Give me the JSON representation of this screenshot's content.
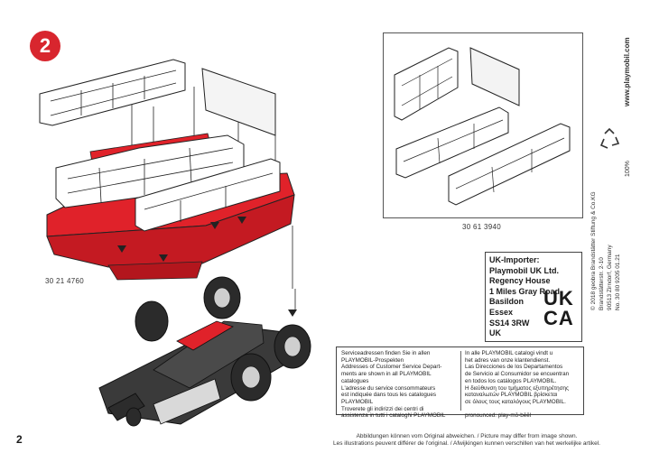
{
  "step": {
    "number": "2"
  },
  "parts": {
    "trailer_part_no": "30 21 4760",
    "box_part_no": "30 61 3940"
  },
  "importer": {
    "lines": [
      "UK-Importer:",
      "Playmobil UK Ltd.",
      "Regency House",
      "1 Miles Gray Road",
      "Basildon",
      "Essex",
      "SS14 3RW",
      "UK"
    ],
    "mark_line1": "UK",
    "mark_line2": "CA"
  },
  "addresses": {
    "left": [
      "Serviceadressen finden Sie in allen",
      "PLAYMOBIL-Prospekten",
      "Addresses of Customer Service Depart-",
      "ments are shown in all PLAYMOBIL",
      "catalogues",
      "L'adresse du service consommateurs",
      "est indiquée dans tous les catalogues",
      "PLAYMOBIL",
      "Troverete gli indirizzi dei centri di",
      "assistenza in tutti i cataloghi PLAYMOBIL"
    ],
    "right": [
      "In alle PLAYMOBIL catalogi vindt u",
      "het adres van onze klantendienst.",
      "Las Direcciones de los Departamentos",
      "de Servicio al Consumidor se encuentran",
      "en todos los catálogos PLAYMOBIL.",
      "Η διεύθυνση του τμήματος εξυπηρέτησης",
      "καταναλωτών PLAYMOBIL βρίσκεται",
      "σε όλους τους καταλόγους PLAYMOBIL.",
      "",
      "pronounced: play-mō-bēēl"
    ]
  },
  "side": {
    "website": "www.playmobil.com",
    "recycle_pct": "100%",
    "copyright_lines": [
      "© 2018 geobra Brandstätter Stiftung & Co.KG",
      "Brandstätterstr. 2-10",
      "90513 Zirndorf, Germany",
      "No. 30 80 9205 01.21"
    ]
  },
  "disclaimer": {
    "lines": [
      "Abbildungen können vom Original abweichen. / Picture may differ from image shown.",
      "Les illustrations peuvent différer de l'original. / Afwijkingen kunnen verschillen van het werkelijke artikel."
    ]
  },
  "page": {
    "number": "2"
  },
  "colors": {
    "accent_red": "#d8262e",
    "dark_gray": "#3a3a3a",
    "tray_red": "#e0222a"
  }
}
